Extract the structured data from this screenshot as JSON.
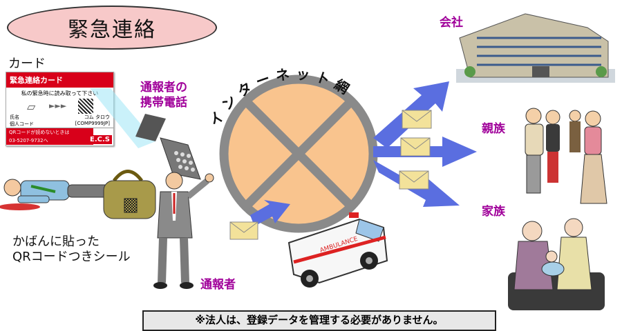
{
  "title": "緊急連絡",
  "card_label": "カード",
  "card": {
    "header": "緊急連絡カード",
    "subtitle": "私の緊急時に読み取って下さい",
    "name_label": "氏名",
    "name_value": "コム タロウ",
    "code_label": "個人コード",
    "code_value": "[COMP9999JP]",
    "qr_note": "QRコードが読めないときは",
    "phone": "03-5207-9732へ",
    "brand": "E.C.S"
  },
  "phone_label": [
    "通報者の",
    "携帯電話"
  ],
  "internet_label": "インターネット網",
  "company_label": "会社",
  "relatives_label": "親族",
  "family_label": "家族",
  "bag_label": [
    "かばんに貼った",
    "QRコードつきシール"
  ],
  "reporter_label": "通報者",
  "ambulance_text": "AMBULANCE",
  "notice": "※法人は、登録データを管理する必要がありません。",
  "colors": {
    "accent": "#a0009a",
    "card_red": "#d8001a",
    "globe": "#f9c48e",
    "arrow": "#5a6ee0",
    "envelope": "#f3e29a"
  }
}
